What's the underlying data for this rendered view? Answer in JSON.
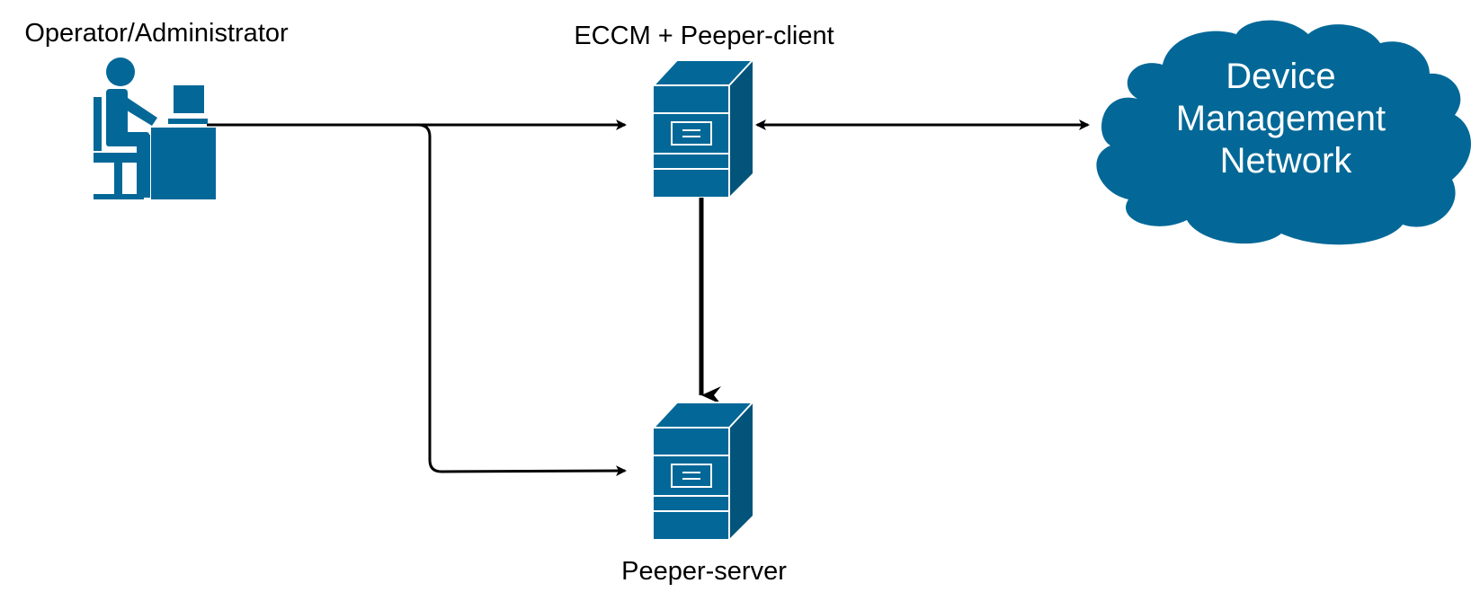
{
  "nodes": {
    "operator": {
      "label": "Operator/Administrator"
    },
    "eccm": {
      "label": "ECCM + Peeper-client"
    },
    "peeper_server": {
      "label": "Peeper-server"
    },
    "network": {
      "label_lines": [
        "Device",
        "Management",
        "Network"
      ]
    }
  },
  "edges": [
    {
      "from": "operator",
      "to": "eccm",
      "direction": "forward"
    },
    {
      "from": "operator",
      "to": "peeper_server",
      "direction": "forward"
    },
    {
      "from": "eccm",
      "to": "peeper_server",
      "direction": "forward"
    },
    {
      "from": "eccm",
      "to": "network",
      "direction": "bidirectional"
    }
  ],
  "colors": {
    "icon": "#036897",
    "icon_dark": "#02547a",
    "line": "#000000",
    "cloud_text": "#ffffff",
    "text": "#000000"
  }
}
